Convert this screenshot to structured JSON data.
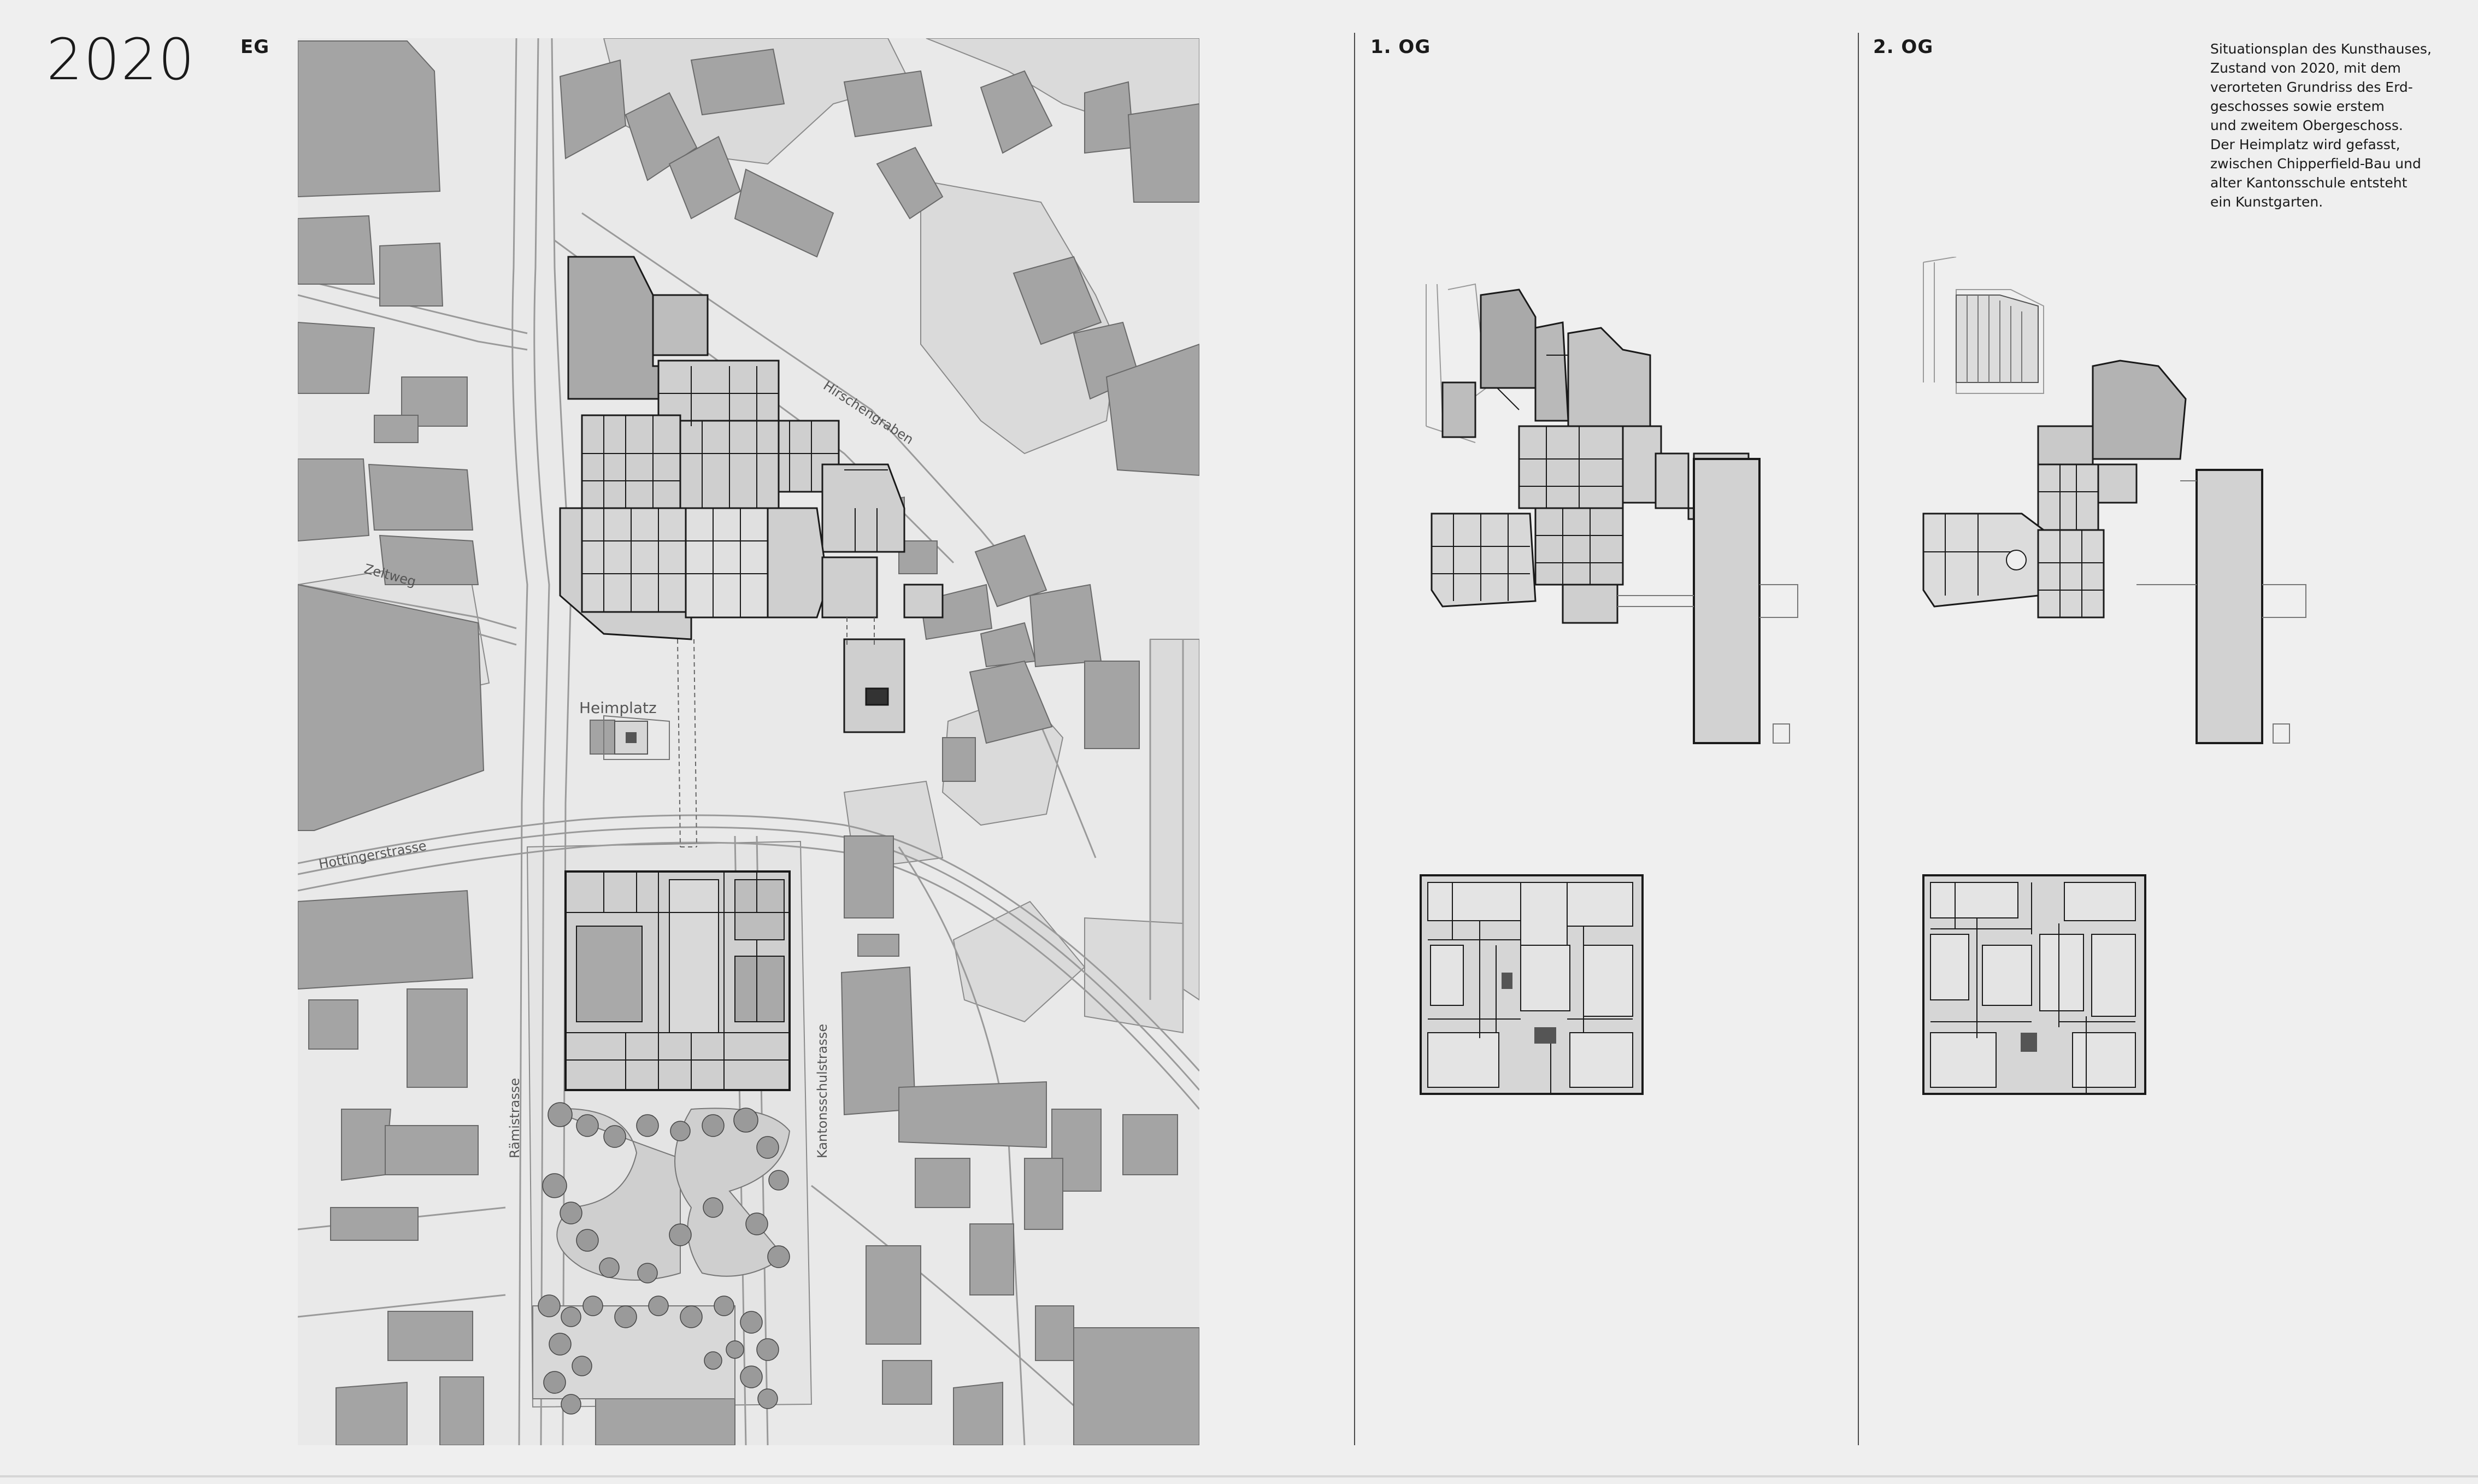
{
  "year": "2020",
  "floor_labels": {
    "eg": "EG",
    "og1": "1. OG",
    "og2": "2. OG"
  },
  "description_lines": [
    "Situationsplan des Kunsthauses,",
    "Zustand von 2020, mit dem",
    "verorteten Grundriss des Erd-",
    "geschosses sowie erstem",
    "und zweitem Obergeschoss.",
    "Der Heimplatz wird gefasst,",
    "zwischen Chipperfield-Bau und",
    "alter Kantonsschule entsteht",
    "ein Kunstgarten."
  ],
  "streets": {
    "hirschengraben": "Hirschengraben",
    "zeltweg": "Zeltweg",
    "heimplatz": "Heimplatz",
    "hottingerstrasse": "Hottingerstrasse",
    "raemistrasse": "Rämistrasse",
    "kantonsschulstrasse": "Kantonsschulstrasse"
  },
  "colors": {
    "background": "#efefef",
    "building_fill": "#a4a4a4",
    "context_light": "#d9d9d9",
    "plan_walls": "#1a1a1a",
    "road_lines": "#9a9a9a"
  }
}
